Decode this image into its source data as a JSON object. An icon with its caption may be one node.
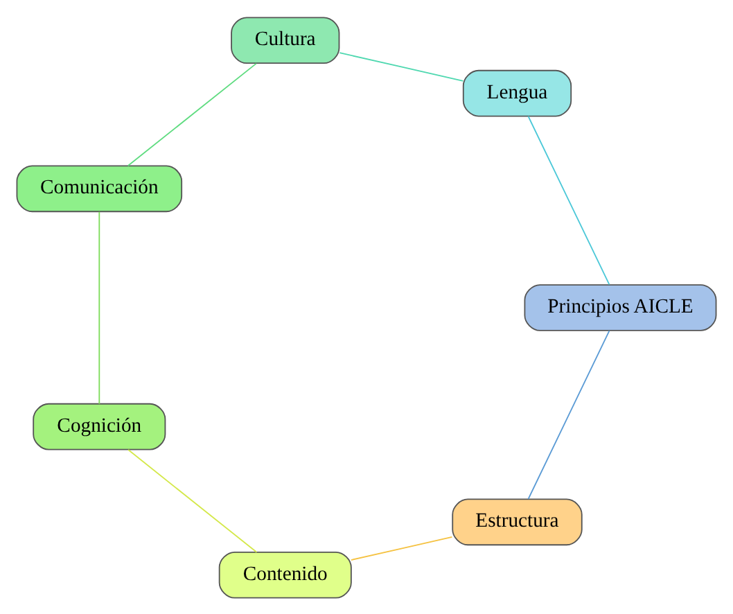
{
  "diagram": {
    "nodes": [
      {
        "text": [
          "Estructura"
        ]
      },
      {
        "text": [
          "Contenido"
        ]
      },
      {
        "text": [
          "Cognición"
        ]
      },
      {
        "text": [
          "Comunicación"
        ]
      },
      {
        "text": [
          "Cultura"
        ]
      },
      {
        "text": [
          "Lengua"
        ]
      },
      {
        "text": [
          "Principios AICLE"
        ]
      }
    ],
    "edges": [
      {
        "from": 0,
        "to": 1,
        "arrow": "none",
        "color": "#f5c242"
      },
      {
        "from": 1,
        "to": 2,
        "arrow": "none",
        "color": "#d4e84a"
      },
      {
        "from": 2,
        "to": 3,
        "arrow": "none",
        "color": "#7ddc5a"
      },
      {
        "from": 3,
        "to": 4,
        "arrow": "none",
        "color": "#5fdc80"
      },
      {
        "from": 4,
        "to": 5,
        "arrow": "none",
        "color": "#4fd8b0"
      },
      {
        "from": 5,
        "to": 6,
        "arrow": "none",
        "color": "#4cc8d8"
      },
      {
        "from": 6,
        "to": 0,
        "arrow": "none",
        "color": "#5b9bd5"
      }
    ]
  }
}
